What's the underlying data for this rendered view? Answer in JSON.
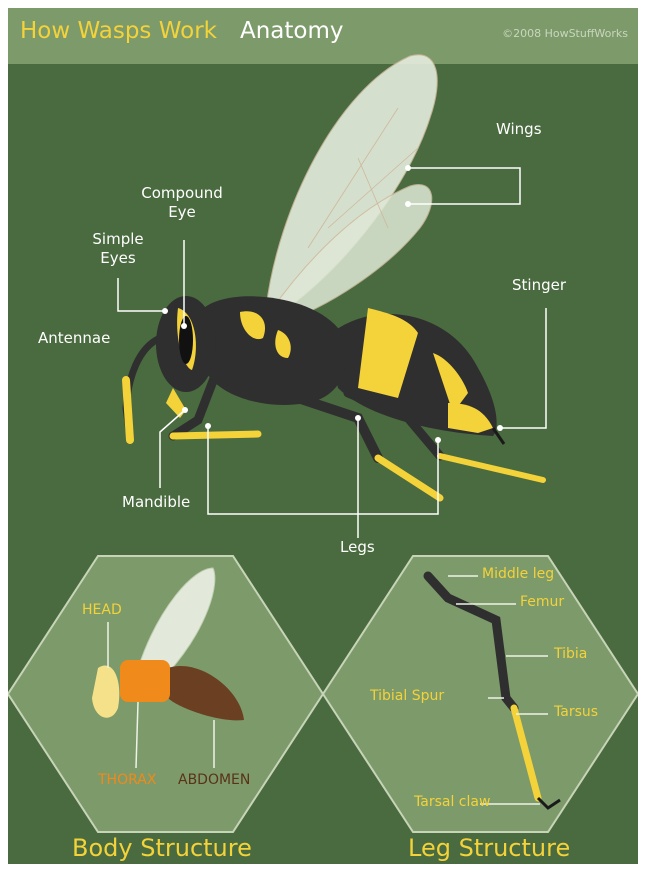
{
  "header": {
    "title_part1": "How Wasps Work",
    "title_part2": "Anatomy",
    "copyright": "©2008 HowStuffWorks"
  },
  "main_labels": {
    "wings": "Wings",
    "compound_eye_1": "Compound",
    "compound_eye_2": "Eye",
    "simple_eyes_1": "Simple",
    "simple_eyes_2": "Eyes",
    "antennae": "Antennae",
    "stinger": "Stinger",
    "mandible": "Mandible",
    "legs": "Legs"
  },
  "body_structure": {
    "title": "Body Structure",
    "head": "HEAD",
    "thorax": "THORAX",
    "abdomen": "ABDOMEN"
  },
  "leg_structure": {
    "title": "Leg Structure",
    "middle_leg": "Middle leg",
    "femur": "Femur",
    "tibia": "Tibia",
    "tibial_spur": "Tibial Spur",
    "tarsus": "Tarsus",
    "tarsal_claw": "Tarsal claw"
  },
  "colors": {
    "background": "#4a6b3f",
    "banner": "#7d9a6a",
    "accent_yellow": "#f3d23a",
    "thorax_orange": "#f08a1a",
    "abdomen_brown": "#6b3f22"
  }
}
